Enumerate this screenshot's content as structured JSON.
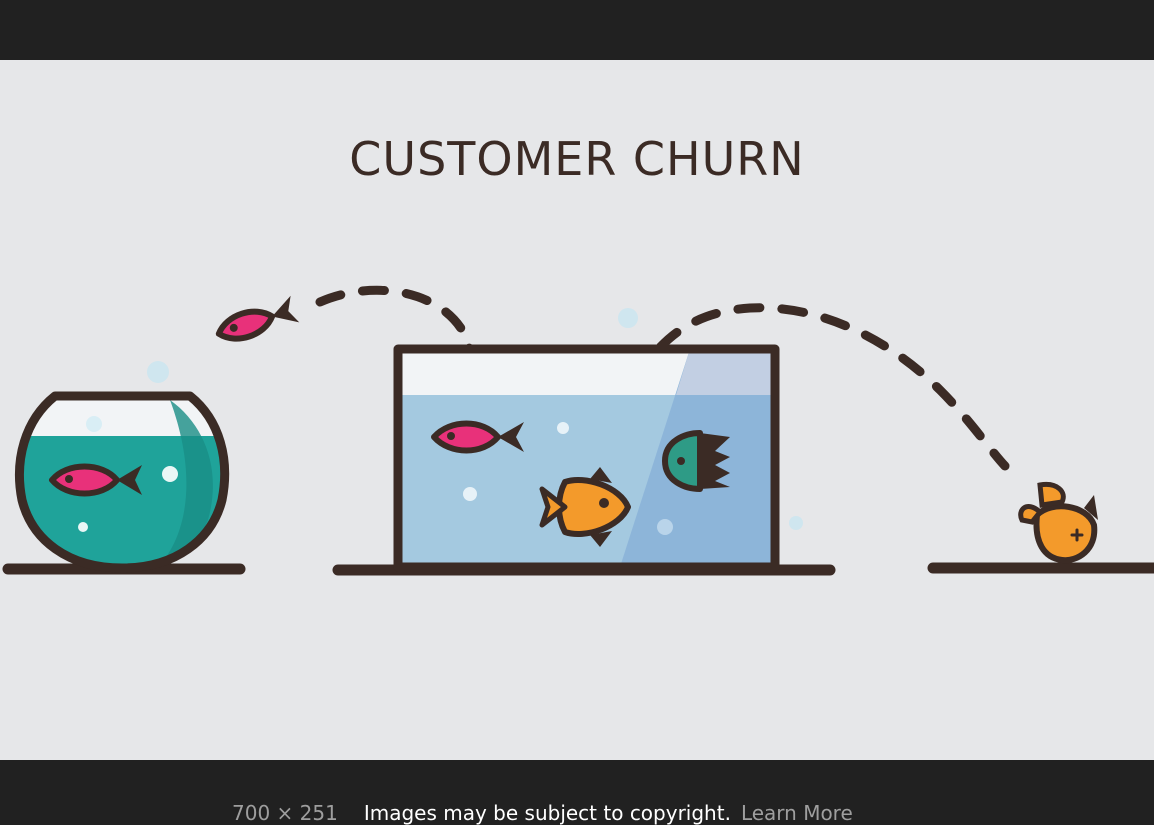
{
  "illustration": {
    "title": "CUSTOMER CHURN"
  },
  "caption": {
    "dimensions": "700 × 251",
    "copyright_notice": "Images may be subject to copyright.",
    "learn_more": "Learn More"
  },
  "colors": {
    "background": "#e6e7e9",
    "outline": "#3b2b25",
    "bowl_water": "#1fa39a",
    "tank_water": "#8fbedc",
    "pink_fish": "#e8317a",
    "orange_fish": "#f39a2b",
    "green_fish": "#2e9b86",
    "chrome": "#212121"
  }
}
